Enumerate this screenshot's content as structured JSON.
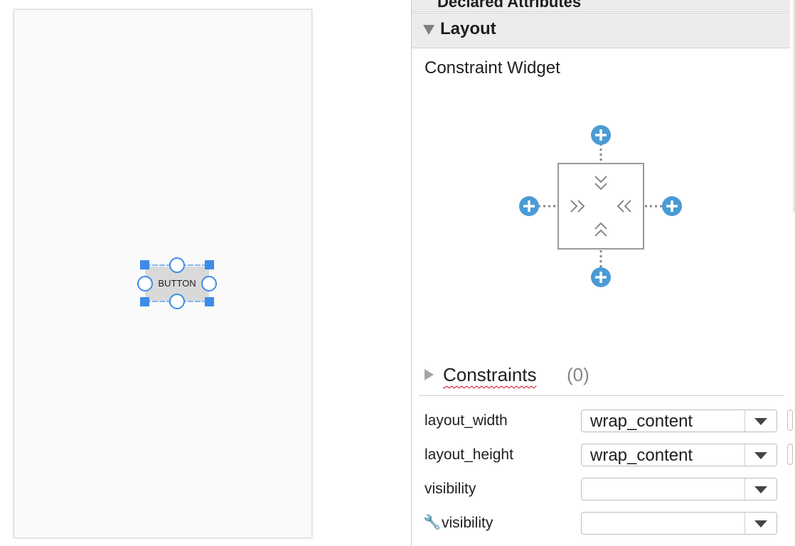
{
  "design_surface": {
    "button_label": "BUTTON"
  },
  "attributes_panel": {
    "declared_attributes_header": "Declared Attributes",
    "layout_section_title": "Layout",
    "constraint_widget_title": "Constraint Widget",
    "constraints_label": "Constraints",
    "constraints_count": "(0)",
    "properties": [
      {
        "label": "layout_width",
        "value": "wrap_content"
      },
      {
        "label": "layout_height",
        "value": "wrap_content"
      },
      {
        "label": "visibility",
        "value": ""
      },
      {
        "label": "visibility",
        "value": "",
        "icon": "wrench-icon"
      }
    ]
  },
  "colors": {
    "accent_blue": "#4a90e2",
    "plus_blue": "#4a9bd5",
    "selection_blue": "#3d8ce8"
  }
}
